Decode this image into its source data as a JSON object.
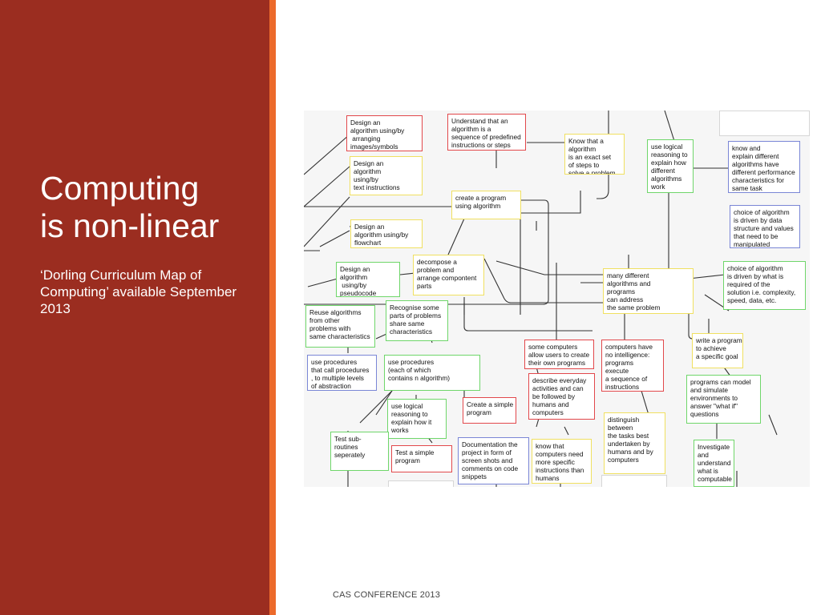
{
  "slide": {
    "title_line1": "Computing",
    "title_line2": "is non-linear",
    "subtitle": "‘Dorling Curriculum Map of Computing’ available September 2013",
    "footer": "CAS CONFERENCE 2013"
  },
  "colors": {
    "sidebar": "#9b2d20",
    "accent_strip": "#ec6a2b",
    "box_red": "#e2484b",
    "box_yellow": "#f0e060",
    "box_green": "#6fd66a",
    "box_blue": "#7a86d6"
  },
  "map": {
    "nodes": [
      {
        "id": "n1",
        "text": "Design an\nalgorithm using/by\n arranging\nimages/symbols"
      },
      {
        "id": "n2",
        "text": "Understand that an\nalgorithm is a\nsequence of predefined\ninstructions or steps"
      },
      {
        "id": "n3",
        "text": "Know that a\nalgorithm\nis an exact set\nof steps to\nsolve a problem"
      },
      {
        "id": "n4",
        "text": "use logical\nreasoning to\nexplain how\ndifferent\nalgorithms\nwork"
      },
      {
        "id": "n5",
        "text": "know and\nexplain different\nalgorithms have\ndifferent performance\ncharacteristics for\nsame task"
      },
      {
        "id": "n6",
        "text": "Design an\nalgorithm\nusing/by\ntext instructions"
      },
      {
        "id": "n7",
        "text": "create a program\nusing algorithm"
      },
      {
        "id": "n8",
        "text": "choice of algorithm\nis driven by data\nstructure and values\nthat need to be\nmanipulated"
      },
      {
        "id": "n9",
        "text": "Design an\nalgorithm using/by\nflowchart"
      },
      {
        "id": "n10",
        "text": "Design an\nalgorithm\n using/by\npseudocode"
      },
      {
        "id": "n11",
        "text": "decompose a\nproblem and\narrange compontent\nparts"
      },
      {
        "id": "n12",
        "text": "many different\nalgorithms and\nprograms\ncan address\nthe same problem"
      },
      {
        "id": "n13",
        "text": "choice of algorithm\nis driven by what is\nrequired of the\nsolution i.e. complexity,\nspeed, data, etc."
      },
      {
        "id": "n14",
        "text": "Reuse algorithms\nfrom other\nproblems with\nsame characteristics"
      },
      {
        "id": "n15",
        "text": "Recognise some\nparts of problems\nshare same\ncharacteristics"
      },
      {
        "id": "n16",
        "text": "write a program\nto achieve\na specific goal"
      },
      {
        "id": "n17",
        "text": "some computers\nallow users to create\ntheir own programs"
      },
      {
        "id": "n18",
        "text": "computers have\nno intelligence:\nprograms\nexecute\na sequence of\ninstructions"
      },
      {
        "id": "n19",
        "text": "use procedures\nthat call procedures\n, to multiple levels\nof abstraction"
      },
      {
        "id": "n20",
        "text": "use procedures\n(each of which\ncontains n algorithm)"
      },
      {
        "id": "n21",
        "text": "describe everyday\nactivities and can\nbe followed by\nhumans and\ncomputers"
      },
      {
        "id": "n22",
        "text": "programs can model\nand simulate\nenvironments to\nanswer \"what if\"\nquestions"
      },
      {
        "id": "n23",
        "text": "use logical\nreasoning to\nexplain how it\nworks"
      },
      {
        "id": "n24",
        "text": "Create a simple\nprogram"
      },
      {
        "id": "n25",
        "text": "distinguish\nbetween\nthe tasks best\nundertaken by\nhumans and by\ncomputers"
      },
      {
        "id": "n26",
        "text": "Test sub-\nroutines\nseperately"
      },
      {
        "id": "n27",
        "text": "Test a simple\nprogram"
      },
      {
        "id": "n28",
        "text": "Documentation the\nproject in form of\nscreen shots and\ncomments on code\nsnippets"
      },
      {
        "id": "n29",
        "text": "know that\ncomputers need\nmore specific\ninstructions than\nhumans"
      },
      {
        "id": "n30",
        "text": "Investigate\nand\nunderstand\nwhat is\ncomputable"
      }
    ]
  }
}
